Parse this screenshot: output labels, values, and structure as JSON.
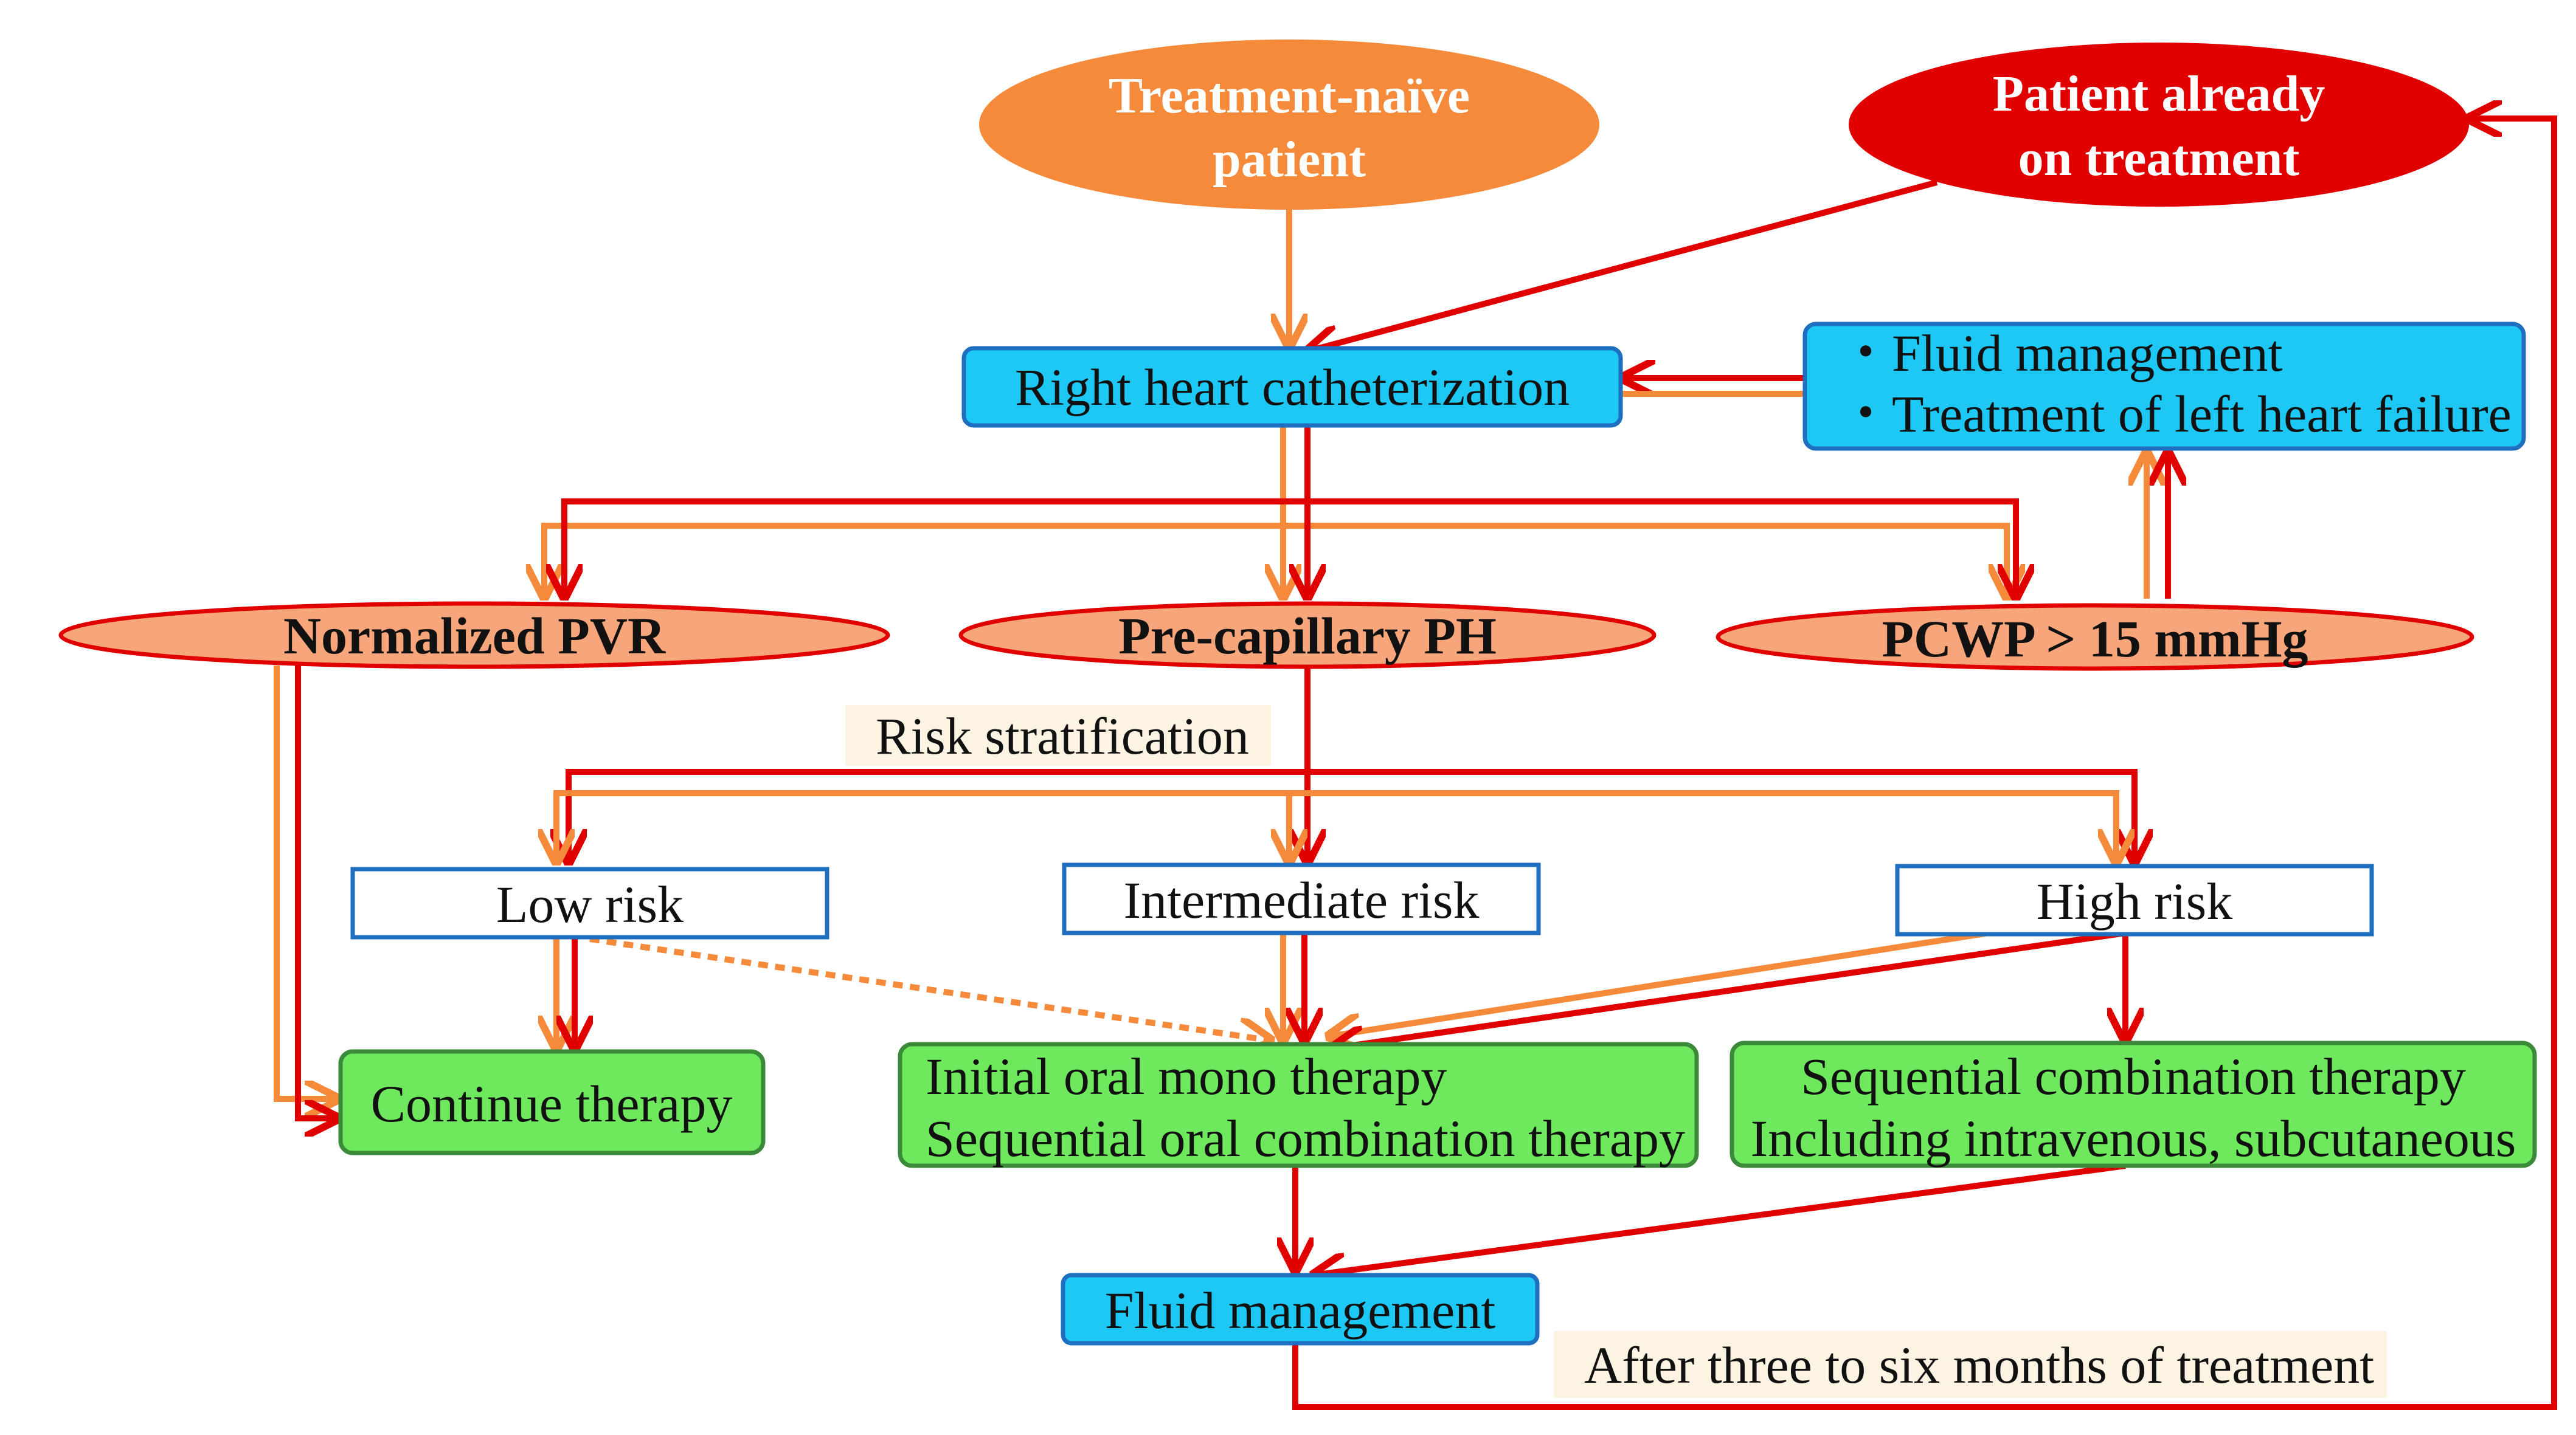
{
  "nodes": {
    "naive": "Treatment-naïve\npatient",
    "already": "Patient already\non treatment",
    "rhc": "Right heart catheterization",
    "fluid_left_1": "・Fluid management",
    "fluid_left_2": "・Treatment of left heart failure",
    "normalized_pvr": "Normalized PVR",
    "precap": "Pre-capillary PH",
    "pcwp": "PCWP > 15 mmHg",
    "risk_strat": "Risk stratification",
    "low_risk": "Low risk",
    "intermediate_risk": "Intermediate risk",
    "high_risk": "High risk",
    "continue": "Continue therapy",
    "oral_1": "Initial oral mono therapy",
    "oral_2": "Sequential oral combination therapy",
    "seq_1": "Sequential combination therapy",
    "seq_2": "Including intravenous, subcutaneous",
    "fluid_mgmt": "Fluid management",
    "after": "After three to six months of treatment"
  },
  "colors": {
    "orange_path": "#f58a3a",
    "red_path": "#e00000",
    "naive_fill": "#f58a3a",
    "already_fill": "#e00000",
    "salmon_fill": "#f7a57a",
    "blue_fill": "#1ec8f5",
    "blue_border": "#1e6fc0",
    "green_fill": "#6ee85c",
    "green_border": "#3a8a3a",
    "white_box_border": "#1e6fc0",
    "note_bg": "#fdf3e3"
  }
}
